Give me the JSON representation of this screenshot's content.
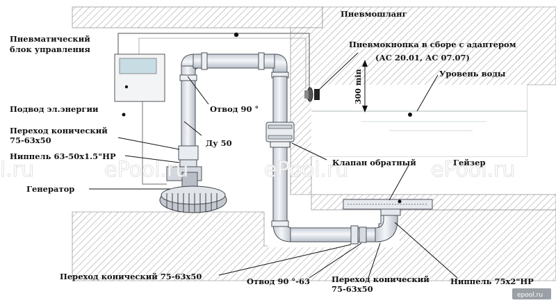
{
  "labels": {
    "control_unit": [
      "Пневматический",
      "блок управления"
    ],
    "pneumatic_hose": "Пневмошланг",
    "button": [
      "Пневмокнопка в сборе  с адаптером",
      "(АС 20.01, АС 07.07)"
    ],
    "water_level": "Уровень воды",
    "depth": "300 min",
    "power_supply": "Подвод эл.энергии",
    "elbow_top": "Отвод 90 °",
    "reducer_top": [
      "Переход конический",
      "75-63х50"
    ],
    "du50": "Ду 50",
    "nipple_top": "Ниппель 63-50х1.5\"НР",
    "check_valve": "Клапан обратный",
    "geyser": "Гейзер",
    "generator": "Генератор",
    "reducer_bottom_left": "Переход конический 75-63х50",
    "elbow_bottom": "Отвод 90 °-63",
    "reducer_bottom_right": [
      "Переход конический",
      "75-63х50"
    ],
    "nipple_bottom": "Ниппель 75х2\"НР"
  },
  "watermarks": [
    "l.ru",
    "ePool.ru",
    "ePool.ru",
    "ePool.ru"
  ],
  "badge": "epool.ru",
  "colors": {
    "hatch": "#9a9a9a",
    "pipe_fill": "#dfe3ea",
    "pipe_stroke": "#4a4f57",
    "screen": "#c7dde3",
    "water_line": "#bfc6cc"
  }
}
